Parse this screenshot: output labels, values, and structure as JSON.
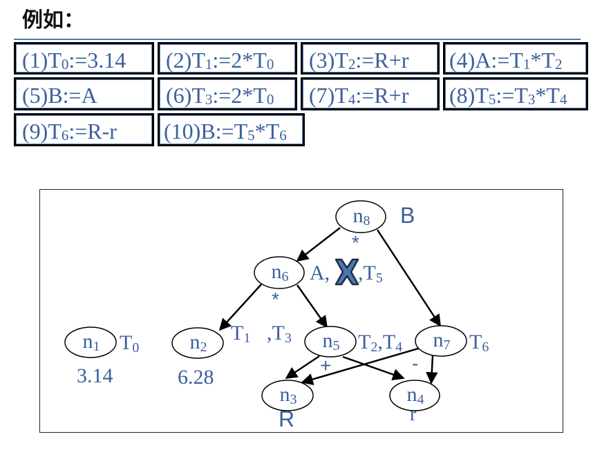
{
  "title": "例如：",
  "instructions": [
    {
      "num": "(1)",
      "lhs": "T",
      "lhs_sub": "0",
      "rhs": ":=3.14",
      "rhs_sub": "",
      "rhs_tail": ""
    },
    {
      "num": "(2)",
      "lhs": "T",
      "lhs_sub": "1",
      "rhs": ":=2*T",
      "rhs_sub": "0",
      "rhs_tail": ""
    },
    {
      "num": "(3)",
      "lhs": "T",
      "lhs_sub": "2",
      "rhs": ":=R+r",
      "rhs_sub": "",
      "rhs_tail": ""
    },
    {
      "num": "(4)",
      "lhs": "A",
      "lhs_sub": "",
      "rhs": ":=T",
      "rhs_sub": "1",
      "rhs_tail": "*T",
      "rhs_tail_sub": "2"
    },
    {
      "num": "(5)",
      "lhs": "B",
      "lhs_sub": "",
      "rhs": ":=A",
      "rhs_sub": "",
      "rhs_tail": ""
    },
    {
      "num": "(6)",
      "lhs": "T",
      "lhs_sub": "3",
      "rhs": ":=2*T",
      "rhs_sub": "0",
      "rhs_tail": ""
    },
    {
      "num": "(7)",
      "lhs": "T",
      "lhs_sub": "4",
      "rhs": ":=R+r",
      "rhs_sub": "",
      "rhs_tail": ""
    },
    {
      "num": "(8)",
      "lhs": "T",
      "lhs_sub": "5",
      "rhs": ":=T",
      "rhs_sub": "3",
      "rhs_tail": "*T",
      "rhs_tail_sub": "4"
    },
    {
      "num": "(9)",
      "lhs": "T",
      "lhs_sub": "6",
      "rhs": ":=R-r",
      "rhs_sub": "",
      "rhs_tail": ""
    },
    {
      "num": "(10)",
      "lhs": "B",
      "lhs_sub": "",
      "rhs": ":=T",
      "rhs_sub": "5",
      "rhs_tail": "*T",
      "rhs_tail_sub": "6"
    }
  ],
  "dag": {
    "nodes": [
      {
        "id": "n1",
        "name": "n",
        "sub": "1",
        "ids": [
          "T",
          "0"
        ],
        "value": "3.14",
        "op": ""
      },
      {
        "id": "n2",
        "name": "n",
        "sub": "2",
        "ids": [],
        "value": "6.28",
        "op": ""
      },
      {
        "id": "n3",
        "name": "n",
        "sub": "3",
        "ids": [],
        "value": "R",
        "op": ""
      },
      {
        "id": "n4",
        "name": "n",
        "sub": "4",
        "ids": [],
        "value": "r",
        "op": ""
      },
      {
        "id": "n5",
        "name": "n",
        "sub": "5",
        "ids": [
          "T",
          "2",
          ",T",
          "4"
        ],
        "value": "",
        "op": "+"
      },
      {
        "id": "n6",
        "name": "n",
        "sub": "6",
        "ids": [
          "A",
          ",",
          "T",
          "5"
        ],
        "value": "",
        "op": "*"
      },
      {
        "id": "n7",
        "name": "n",
        "sub": "7",
        "ids": [
          "T",
          "6"
        ],
        "value": "",
        "op": "-"
      },
      {
        "id": "n8",
        "name": "n",
        "sub": "8",
        "ids": [
          "B"
        ],
        "value": "",
        "op": "*"
      }
    ],
    "n2_ids": {
      "t1": "T",
      "t1_sub": "1",
      "t3": ",T",
      "t3_sub": "3"
    },
    "edges": [
      {
        "from": "n8",
        "to": "n6"
      },
      {
        "from": "n8",
        "to": "n7"
      },
      {
        "from": "n6",
        "to": "n2"
      },
      {
        "from": "n6",
        "to": "n5"
      },
      {
        "from": "n5",
        "to": "n3"
      },
      {
        "from": "n5",
        "to": "n4"
      },
      {
        "from": "n7",
        "to": "n3"
      },
      {
        "from": "n7",
        "to": "n4"
      }
    ],
    "removed_marker": "x-mark",
    "colors": {
      "text": "#3a5f9c",
      "edge": "#000000",
      "cross_fill": "#4a78ad"
    }
  }
}
